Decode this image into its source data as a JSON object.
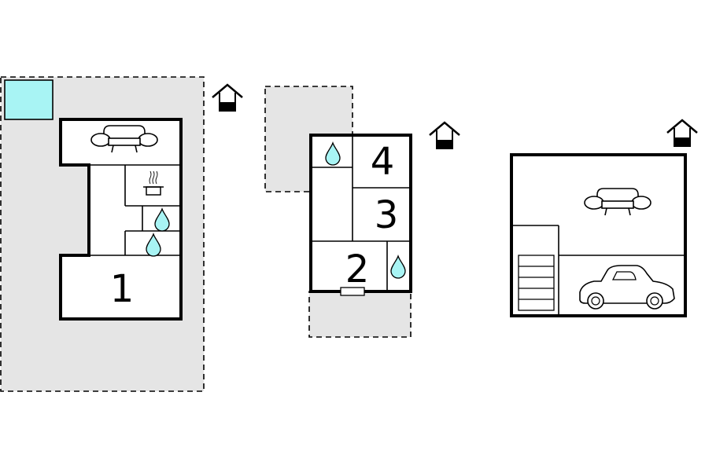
{
  "colors": {
    "outdoor_area": "#e5e5e5",
    "pool": "#a8f4f4",
    "water": "#a8f4f4",
    "wall": "#000000",
    "background": "#ffffff"
  },
  "floors": [
    {
      "id": "ground-floor",
      "rooms": [
        {
          "label": "1",
          "type": "bedroom"
        },
        {
          "type": "living-room",
          "icon": "sofa-icon"
        },
        {
          "type": "kitchen",
          "icon": "cooking-pot-icon"
        },
        {
          "type": "bathroom",
          "icon": "water-drop-icon"
        },
        {
          "type": "bathroom",
          "icon": "water-drop-icon"
        }
      ],
      "extras": [
        "pool",
        "terrace"
      ]
    },
    {
      "id": "upper-floor",
      "rooms": [
        {
          "label": "2",
          "type": "bedroom"
        },
        {
          "label": "3",
          "type": "bedroom"
        },
        {
          "label": "4",
          "type": "bedroom"
        },
        {
          "type": "bathroom",
          "icon": "water-drop-icon"
        },
        {
          "type": "bathroom",
          "icon": "water-drop-icon"
        }
      ],
      "extras": [
        "balcony",
        "terrace"
      ]
    },
    {
      "id": "basement-floor",
      "rooms": [
        {
          "type": "living-room",
          "icon": "sofa-icon"
        },
        {
          "type": "garage",
          "icon": "car-icon"
        },
        {
          "type": "staircase",
          "icon": "stairs-icon"
        }
      ]
    }
  ],
  "floor_level_icons": [
    "floor-level-icon",
    "floor-level-icon",
    "floor-level-icon"
  ]
}
